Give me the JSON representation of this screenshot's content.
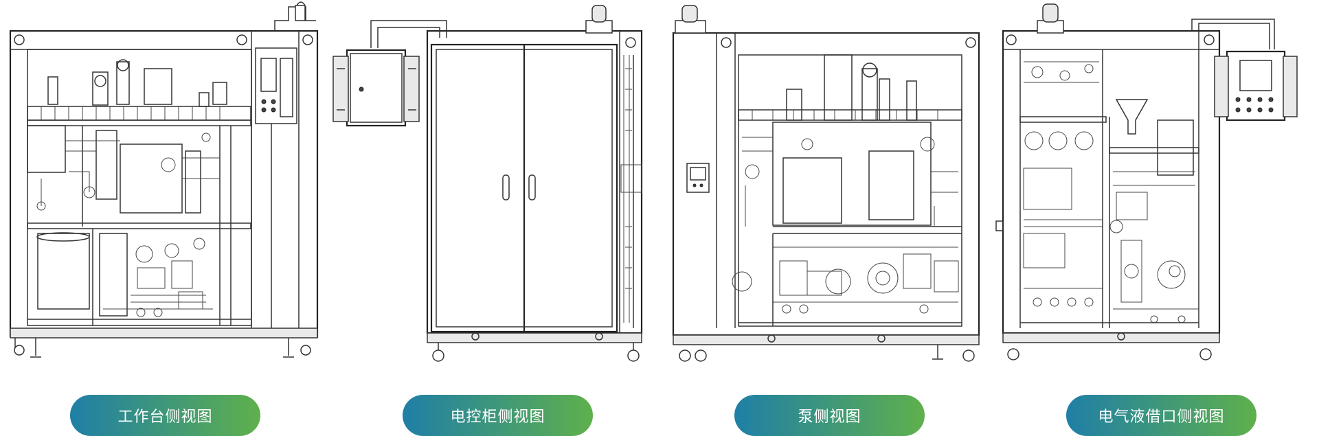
{
  "views": [
    {
      "label": "工作台侧视图"
    },
    {
      "label": "电控柜侧视图"
    },
    {
      "label": "泵侧视图"
    },
    {
      "label": "电气液借口侧视图"
    }
  ],
  "colors": {
    "pill_start": "#1f7fa6",
    "pill_end": "#5fb04c",
    "line": "#333333"
  }
}
